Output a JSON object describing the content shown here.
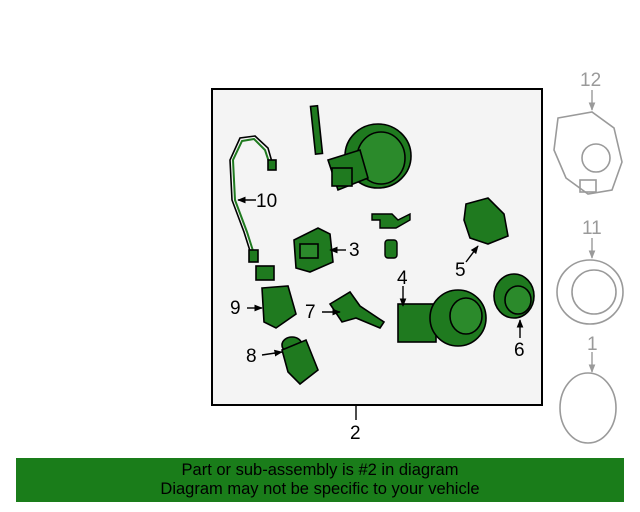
{
  "diagram": {
    "callouts": {
      "c1": "1",
      "c2": "2",
      "c3": "3",
      "c4": "4",
      "c5": "5",
      "c6": "6",
      "c7": "7",
      "c8": "8",
      "c9": "9",
      "c10": "10",
      "c11": "11",
      "c12": "12"
    },
    "colors": {
      "part_fill": "#1f7a1f",
      "part_stroke": "#000000",
      "inactive_stroke": "#9a9a9a",
      "box_background": "#f4f4f4"
    }
  },
  "banner": {
    "line1": "Part or sub-assembly is #2 in diagram",
    "line2": "Diagram may not be specific to your vehicle",
    "color": "#1a7d1a"
  }
}
